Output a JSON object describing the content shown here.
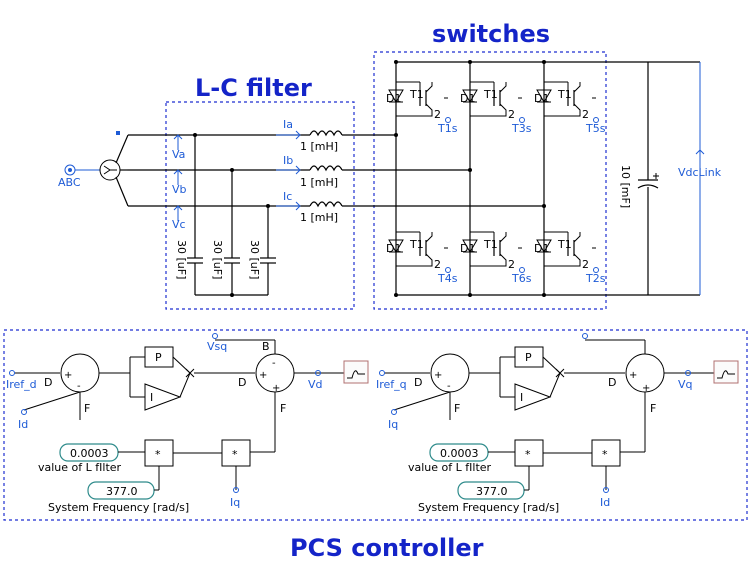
{
  "titles": {
    "lc_filter": "L-C filter",
    "switches": "switches",
    "pcs_controller": "PCS controller"
  },
  "source": {
    "label": "ABC"
  },
  "filter": {
    "phases": [
      {
        "voltage": "Va",
        "current": "Ia",
        "inductor": "1 [mH]"
      },
      {
        "voltage": "Vb",
        "current": "Ib",
        "inductor": "1 [mH]"
      },
      {
        "voltage": "Vc",
        "current": "Ic",
        "inductor": "1 [mH]"
      }
    ],
    "capacitors": [
      "30 [uF]",
      "30 [uF]",
      "30 [uF]"
    ]
  },
  "switches": {
    "top": [
      {
        "diode": "D1",
        "igbt": "T1",
        "pin": "2",
        "gate": "T1s"
      },
      {
        "diode": "D1",
        "igbt": "T1",
        "pin": "2",
        "gate": "T3s"
      },
      {
        "diode": "D1",
        "igbt": "T1",
        "pin": "2",
        "gate": "T5s"
      }
    ],
    "bottom": [
      {
        "diode": "D1",
        "igbt": "T1",
        "pin": "2",
        "gate": "T4s"
      },
      {
        "diode": "D1",
        "igbt": "T1",
        "pin": "2",
        "gate": "T6s"
      },
      {
        "diode": "D1",
        "igbt": "T1",
        "pin": "2",
        "gate": "T2s"
      }
    ],
    "dc_cap": "10 [mF]",
    "dc_label": "VdcLink"
  },
  "controllers": [
    {
      "ref": "Iref_d",
      "feedback": "Id",
      "cross_feed": "Vsq",
      "output": "Vd",
      "cross_current": "Iq",
      "l_value": "0.0003",
      "l_label": "value of L fIlter",
      "freq_value": "377.0",
      "freq_label": "System Frequency [rad/s]",
      "p_label": "P",
      "i_label": "I",
      "mult": "*",
      "port_d": "D",
      "port_f": "F",
      "port_b": "B",
      "sum1_signs": [
        "+",
        "-"
      ],
      "sum2_signs": [
        "+",
        "+",
        "-"
      ]
    },
    {
      "ref": "Iref_q",
      "feedback": "Iq",
      "cross_feed": "",
      "output": "Vq",
      "cross_current": "Id",
      "l_value": "0.0003",
      "l_label": "value of L fIlter",
      "freq_value": "377.0",
      "freq_label": "System Frequency [rad/s]",
      "p_label": "P",
      "i_label": "I",
      "mult": "*",
      "port_d": "D",
      "port_f": "F",
      "port_b": "",
      "sum1_signs": [
        "+",
        "-"
      ],
      "sum2_signs": [
        "+",
        "+",
        ""
      ]
    }
  ]
}
